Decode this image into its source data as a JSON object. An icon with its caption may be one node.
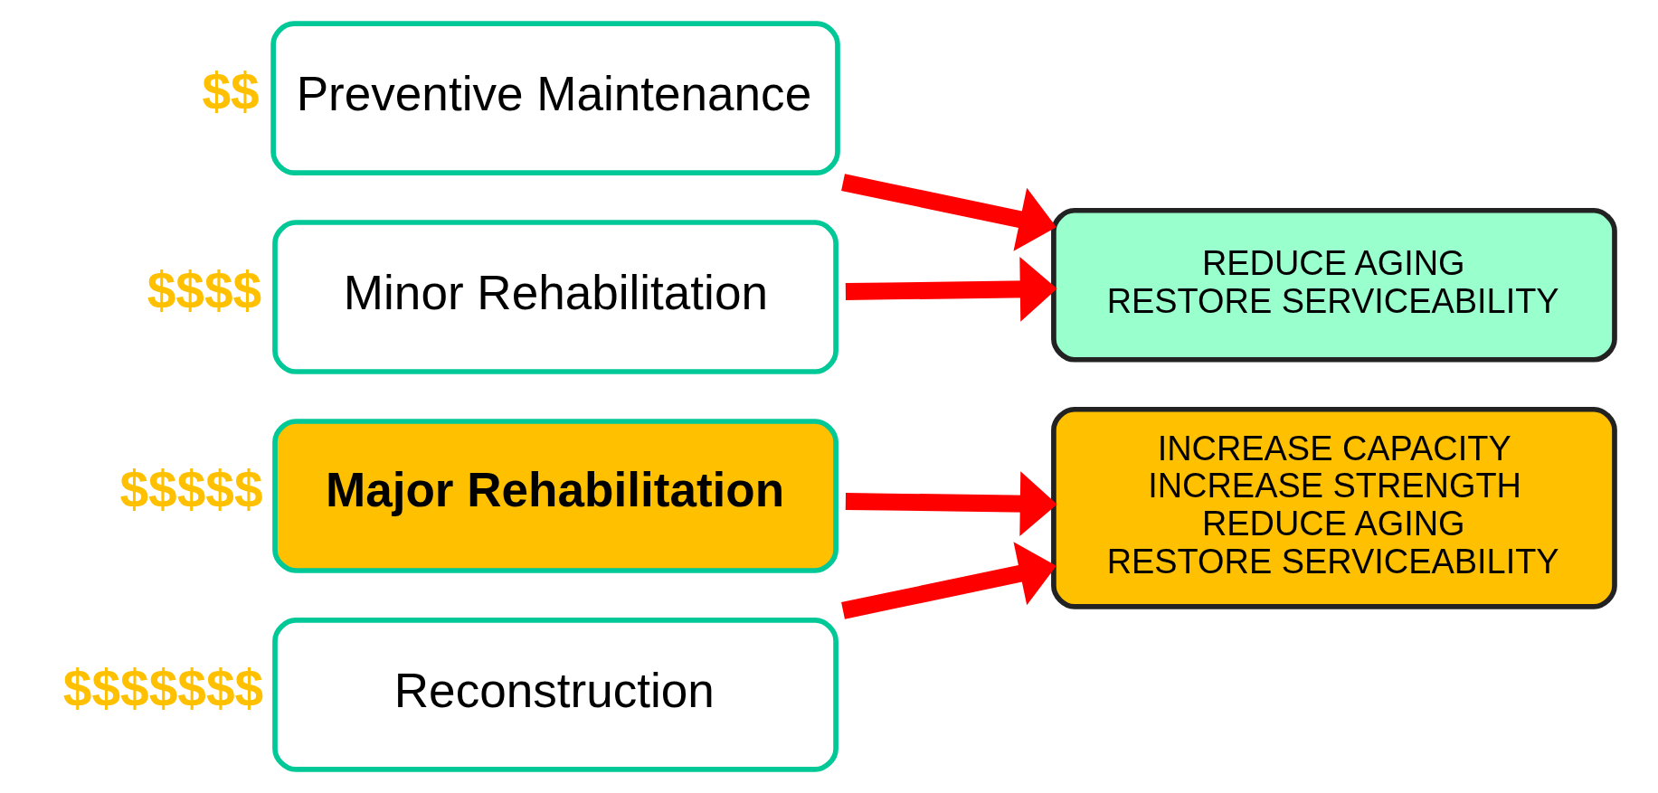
{
  "diagram": {
    "nodes": [
      {
        "text": [
          "Preventive Maintenance"
        ],
        "beside": [
          "$$"
        ]
      },
      {
        "text": [
          "Minor Rehabilitation"
        ],
        "beside": [
          "$$$$"
        ]
      },
      {
        "text": [
          "Major Rehabilitation"
        ],
        "beside": [
          "$$$$$"
        ]
      },
      {
        "text": [
          "Reconstruction"
        ],
        "beside": [
          "$$$$$$$"
        ]
      },
      {
        "text": [
          "REDUCE AGING",
          "RESTORE SERVICEABILITY"
        ]
      },
      {
        "text": [
          "INCREASE CAPACITY",
          "INCREASE STRENGTH",
          "REDUCE AGING",
          "RESTORE SERVICEABILITY"
        ]
      }
    ],
    "edges": [
      {
        "from": 0,
        "to": 4,
        "arrow": "to"
      },
      {
        "from": 1,
        "to": 4,
        "arrow": "to"
      },
      {
        "from": 2,
        "to": 5,
        "arrow": "to"
      },
      {
        "from": 3,
        "to": 5,
        "arrow": "to"
      }
    ]
  }
}
